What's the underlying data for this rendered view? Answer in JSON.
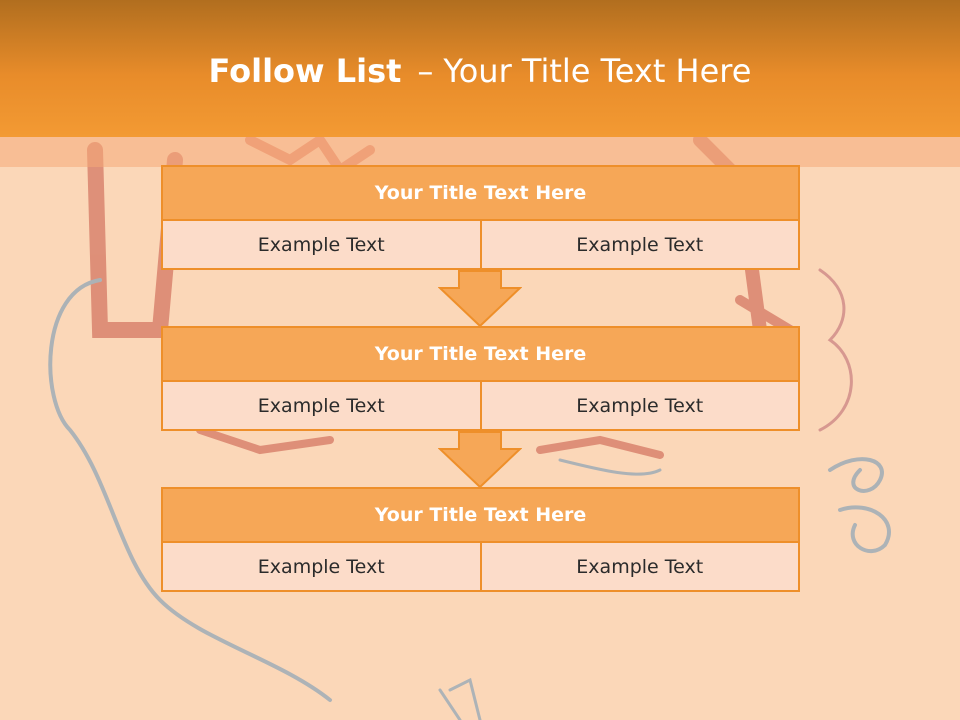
{
  "slide": {
    "title_bold": "Follow List",
    "title_separator": "–",
    "title_rest": "Your Title Text Here"
  },
  "blocks": [
    {
      "title": "Your Title Text Here",
      "cells": [
        "Example Text",
        "Example Text"
      ]
    },
    {
      "title": "Your Title Text Here",
      "cells": [
        "Example Text",
        "Example Text"
      ]
    },
    {
      "title": "Your Title Text Here",
      "cells": [
        "Example Text",
        "Example Text"
      ]
    }
  ],
  "colors": {
    "header": "#e88c2a",
    "block_title": "#f6a757",
    "block_border": "#ee8f2a",
    "cell_fill": "#fcdcc9",
    "background": "#fbd7b8"
  }
}
